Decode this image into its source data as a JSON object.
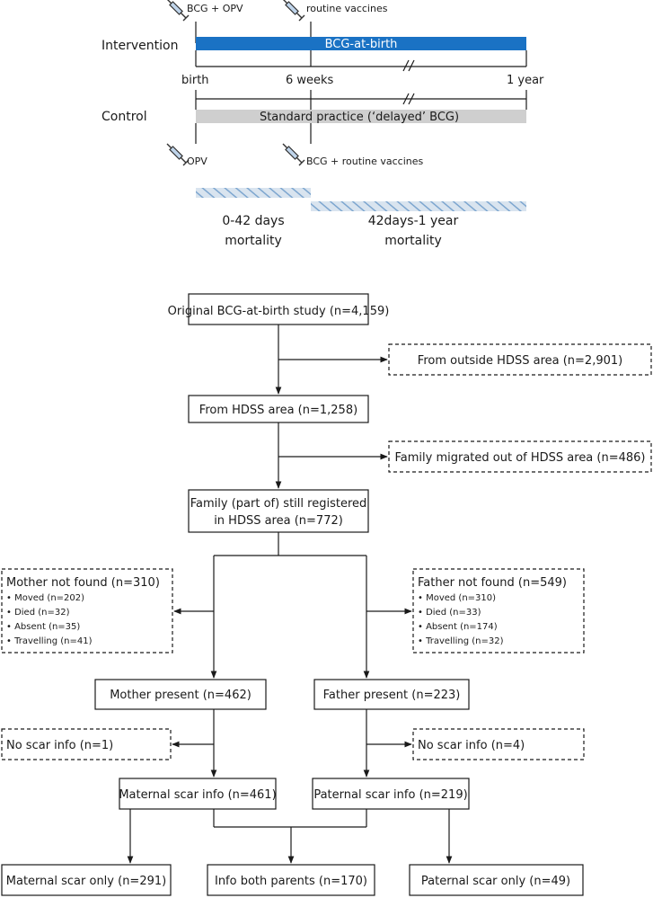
{
  "timeline": {
    "vaccines_top_left": "BCG + OPV",
    "vaccines_top_right": "routine vaccines",
    "intervention_label": "Intervention",
    "intervention_bar": "BCG-at-birth",
    "tick_birth": "birth",
    "tick_6weeks": "6 weeks",
    "tick_1year": "1 year",
    "control_label": "Control",
    "control_bar": "Standard practice (‘delayed’ BCG)",
    "vaccines_bottom_left": "OPV",
    "vaccines_bottom_right": "BCG + routine vaccines",
    "period1_line1": "0-42 days",
    "period1_line2": "mortality",
    "period2_line1": "42days-1 year",
    "period2_line2": "mortality",
    "colors": {
      "intervention": "#1a72c4",
      "control": "#cfcfcf",
      "hatch": "#8ab0d6"
    },
    "icon": "syringe-icon"
  },
  "flowchart": {
    "original": "Original BCG-at-birth study (n=4,159)",
    "outside_hdss": "From outside HDSS area (n=2,901)",
    "from_hdss": "From HDSS area (n=1,258)",
    "migrated": "Family migrated out of HDSS area (n=486)",
    "registered_line1": "Family (part of) still registered",
    "registered_line2": "in HDSS area (n=772)",
    "mother_not_found": {
      "title": "Mother not found (n=310)",
      "items": [
        "• Moved (n=202)",
        "• Died (n=32)",
        "• Absent (n=35)",
        "• Travelling (n=41)"
      ]
    },
    "father_not_found": {
      "title": "Father not found (n=549)",
      "items": [
        "• Moved (n=310)",
        "• Died (n=33)",
        "• Absent (n=174)",
        "• Travelling (n=32)"
      ]
    },
    "mother_present": "Mother present (n=462)",
    "father_present": "Father present (n=223)",
    "no_scar_mother": "No scar info (n=1)",
    "no_scar_father": "No scar info (n=4)",
    "maternal_scar": "Maternal scar info (n=461)",
    "paternal_scar": "Paternal scar info (n=219)",
    "maternal_only": "Maternal scar only (n=291)",
    "both_parents": "Info both parents (n=170)",
    "paternal_only": "Paternal scar only (n=49)"
  }
}
